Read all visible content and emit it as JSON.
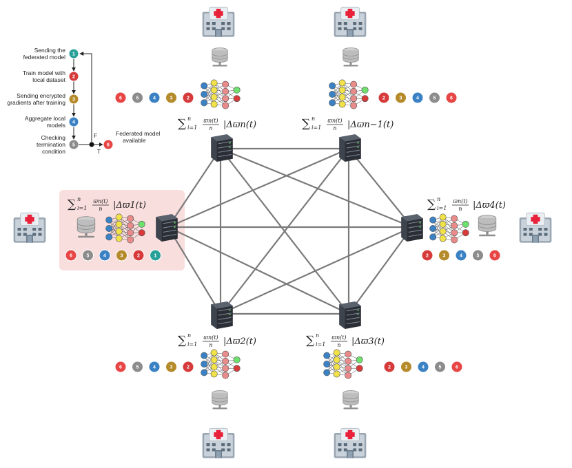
{
  "legend": {
    "steps": [
      {
        "id": "1",
        "label_lines": [
          "Sending the",
          "federated model"
        ],
        "color": "#2aa198"
      },
      {
        "id": "2",
        "label_lines": [
          "Train model with",
          "local dataset"
        ],
        "color": "#d63a3a"
      },
      {
        "id": "3",
        "label_lines": [
          "Sending encrypted",
          "gradients after training"
        ],
        "color": "#b58a2a"
      },
      {
        "id": "4",
        "label_lines": [
          "Aggregate local",
          "models"
        ],
        "color": "#3b82c4"
      },
      {
        "id": "5",
        "label_lines": [
          "Checking",
          "termination",
          "condition"
        ],
        "color": "#8c8c8c"
      }
    ],
    "false_label": "F",
    "true_label": "T",
    "final": {
      "id": "6",
      "label_lines": [
        "Federated model",
        "available"
      ],
      "color": "#e84545"
    }
  },
  "colors": {
    "step1": "#2aa198",
    "step2": "#d63a3a",
    "step3": "#b58a2a",
    "step4": "#3b82c4",
    "step5": "#8c8c8c",
    "step6": "#e84545",
    "highlight": "#f9dede",
    "edge": "#7a7a7a",
    "hospital_cross": "#e8203a"
  },
  "nodes": [
    {
      "key": "top_left",
      "sum_prefix": "∑",
      "sub": "i=1",
      "sup": "n",
      "frac_num": "ϖn(t)",
      "frac_den": "n",
      "delta": "|Δϖn(t)",
      "sequence": [
        "6",
        "5",
        "4",
        "3",
        "2"
      ]
    },
    {
      "key": "top_right",
      "sum_prefix": "∑",
      "sub": "i=1",
      "sup": "n",
      "frac_num": "ϖn(t)",
      "frac_den": "n",
      "delta": "|Δϖn−1(t)",
      "sequence": [
        "2",
        "3",
        "4",
        "5",
        "6"
      ]
    },
    {
      "key": "left",
      "sum_prefix": "∑",
      "sub": "i=1",
      "sup": "n",
      "frac_num": "ϖn(t)",
      "frac_den": "n",
      "delta": "|Δϖ1(t)",
      "sequence": [
        "6",
        "5",
        "4",
        "3",
        "2",
        "1"
      ]
    },
    {
      "key": "right",
      "sum_prefix": "∑",
      "sub": "i=1",
      "sup": "n",
      "frac_num": "ϖn(t)",
      "frac_den": "n",
      "delta": "|Δϖ4(t)",
      "sequence": [
        "2",
        "3",
        "4",
        "5",
        "6"
      ]
    },
    {
      "key": "bottom_left",
      "sum_prefix": "∑",
      "sub": "i=1",
      "sup": "n",
      "frac_num": "ϖn(t)",
      "frac_den": "n",
      "delta": "|Δϖ2(t)",
      "sequence": [
        "6",
        "5",
        "4",
        "3",
        "2"
      ]
    },
    {
      "key": "bottom_right",
      "sum_prefix": "∑",
      "sub": "i=1",
      "sup": "n",
      "frac_num": "ϖn(t)",
      "frac_den": "n",
      "delta": "|Δϖ3(t)",
      "sequence": [
        "2",
        "3",
        "4",
        "5",
        "6"
      ]
    }
  ],
  "icons": {
    "hospital": "hospital-icon",
    "database": "database-icon",
    "neural_network": "neural-network-icon",
    "server": "server-icon"
  }
}
